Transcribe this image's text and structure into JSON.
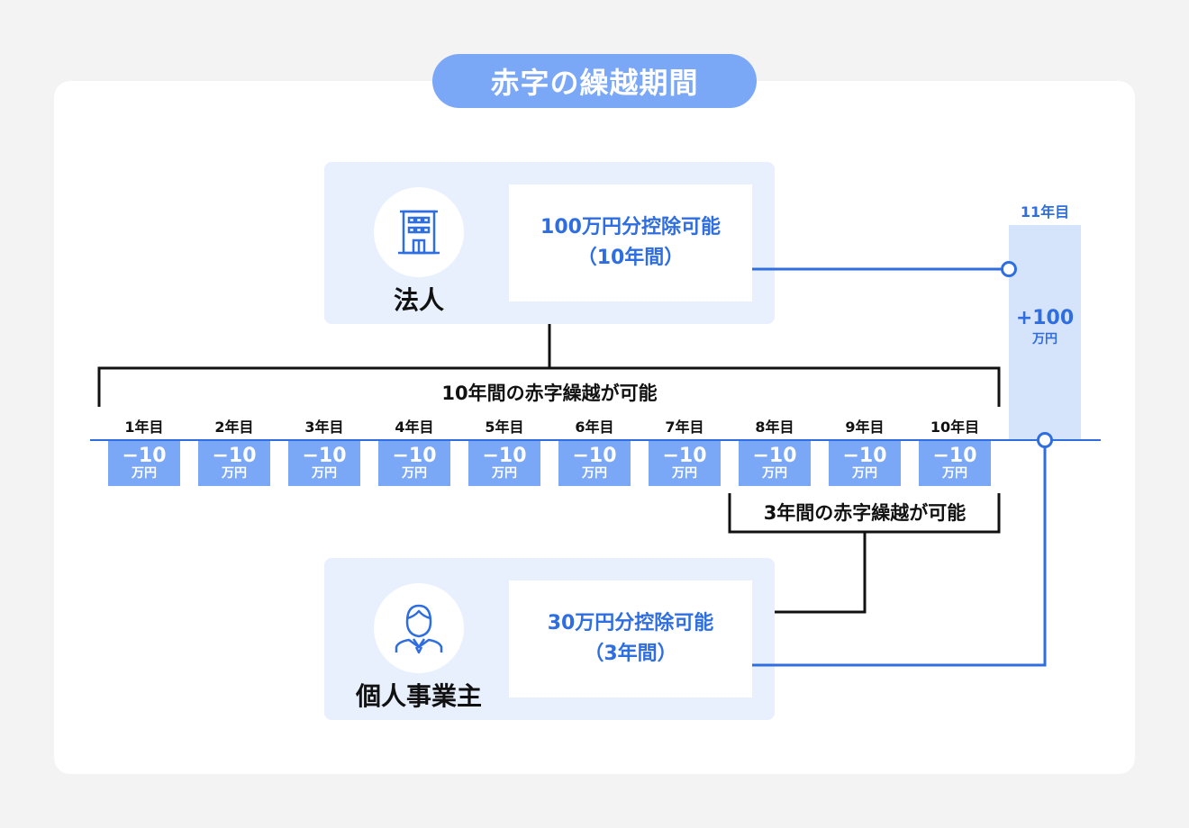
{
  "title": "赤字の繰越期間",
  "corporation": {
    "label": "法人",
    "deduction": "100万円分控除可能",
    "period": "（10年間）",
    "range_label": "10年間の赤字繰越が可能",
    "icon": "building-icon"
  },
  "sole_proprietor": {
    "label": "個人事業主",
    "deduction": "30万円分控除可能",
    "period": "（3年間）",
    "range_label": "3年間の赤字繰越が可能",
    "icon": "person-icon"
  },
  "years": [
    {
      "label": "1年目",
      "value": "−10",
      "unit": "万円"
    },
    {
      "label": "2年目",
      "value": "−10",
      "unit": "万円"
    },
    {
      "label": "3年目",
      "value": "−10",
      "unit": "万円"
    },
    {
      "label": "4年目",
      "value": "−10",
      "unit": "万円"
    },
    {
      "label": "5年目",
      "value": "−10",
      "unit": "万円"
    },
    {
      "label": "6年目",
      "value": "−10",
      "unit": "万円"
    },
    {
      "label": "7年目",
      "value": "−10",
      "unit": "万円"
    },
    {
      "label": "8年目",
      "value": "−10",
      "unit": "万円"
    },
    {
      "label": "9年目",
      "value": "−10",
      "unit": "万円"
    },
    {
      "label": "10年目",
      "value": "−10",
      "unit": "万円"
    }
  ],
  "year11": {
    "label": "11年目",
    "value": "+100",
    "unit": "万円"
  },
  "colors": {
    "accent": "#2f6ee0",
    "pill": "#7aa7f6",
    "box_bg": "#e9f0fd",
    "gain_bg": "#d6e4fb",
    "loss_bg": "#7aa7f6"
  }
}
